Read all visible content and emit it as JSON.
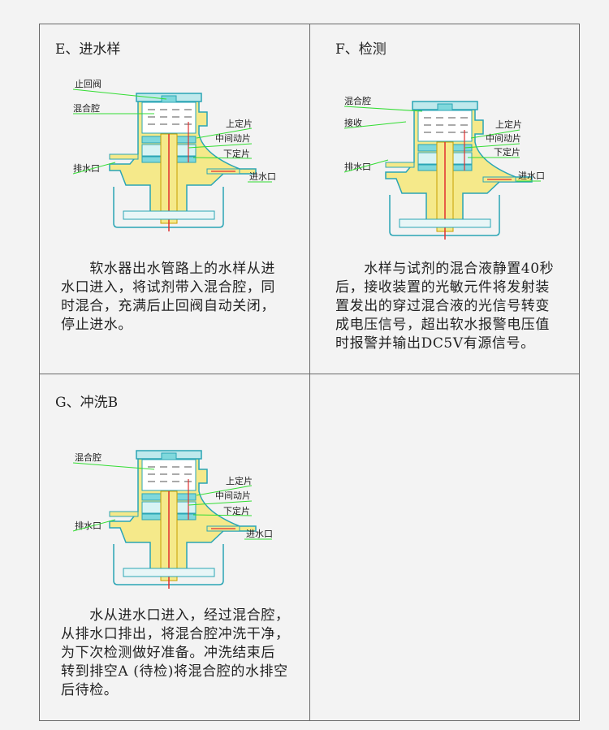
{
  "panels": [
    {
      "title": "E、进水样",
      "labels": {
        "check_valve": "止回阀",
        "mix_chamber": "混合腔",
        "drain": "排水口",
        "upper_disc": "上定片",
        "middle_disc": "中间动片",
        "lower_disc": "下定片",
        "inlet": "进水口"
      },
      "lines": [
        "　　软水器出水管路上的水样从进",
        "水口进入，将试剂带入混合腔，同",
        "时混合，充满后止回阀自动关闭，",
        "停止进水。"
      ]
    },
    {
      "title": "F、检测",
      "labels": {
        "mix_chamber": "混合腔",
        "receiver": "接收",
        "drain": "排水口",
        "upper_disc": "上定片",
        "middle_disc": "中间动片",
        "lower_disc": "下定片",
        "inlet": "进水口"
      },
      "lines": [
        "　　水样与试剂的混合液静置40秒",
        "后，接收装置的光敏元件将发射装",
        "置发出的穿过混合液的光信号转变",
        "成电压信号，超出软水报警电压值",
        "时报警并输出DC5V有源信号。"
      ]
    },
    {
      "title": "G、冲洗B",
      "labels": {
        "mix_chamber": "混合腔",
        "drain": "排水口",
        "upper_disc": "上定片",
        "middle_disc": "中间动片",
        "lower_disc": "下定片",
        "inlet": "进水口"
      },
      "lines": [
        "　　水从进水口进入，经过混合腔，",
        "从排水口排出，将混合腔冲洗干净，",
        "为下次检测做好准备。冲洗结束后",
        "转到排空A (待检)将混合腔的水排空",
        "后待检。"
      ]
    }
  ],
  "colors": {
    "body": "#f5e98a",
    "outline": "#2aa5b5",
    "disc": "#7fd8dc",
    "leader": "#33dd33",
    "flow": "#e03030",
    "water": "#ffffff"
  }
}
